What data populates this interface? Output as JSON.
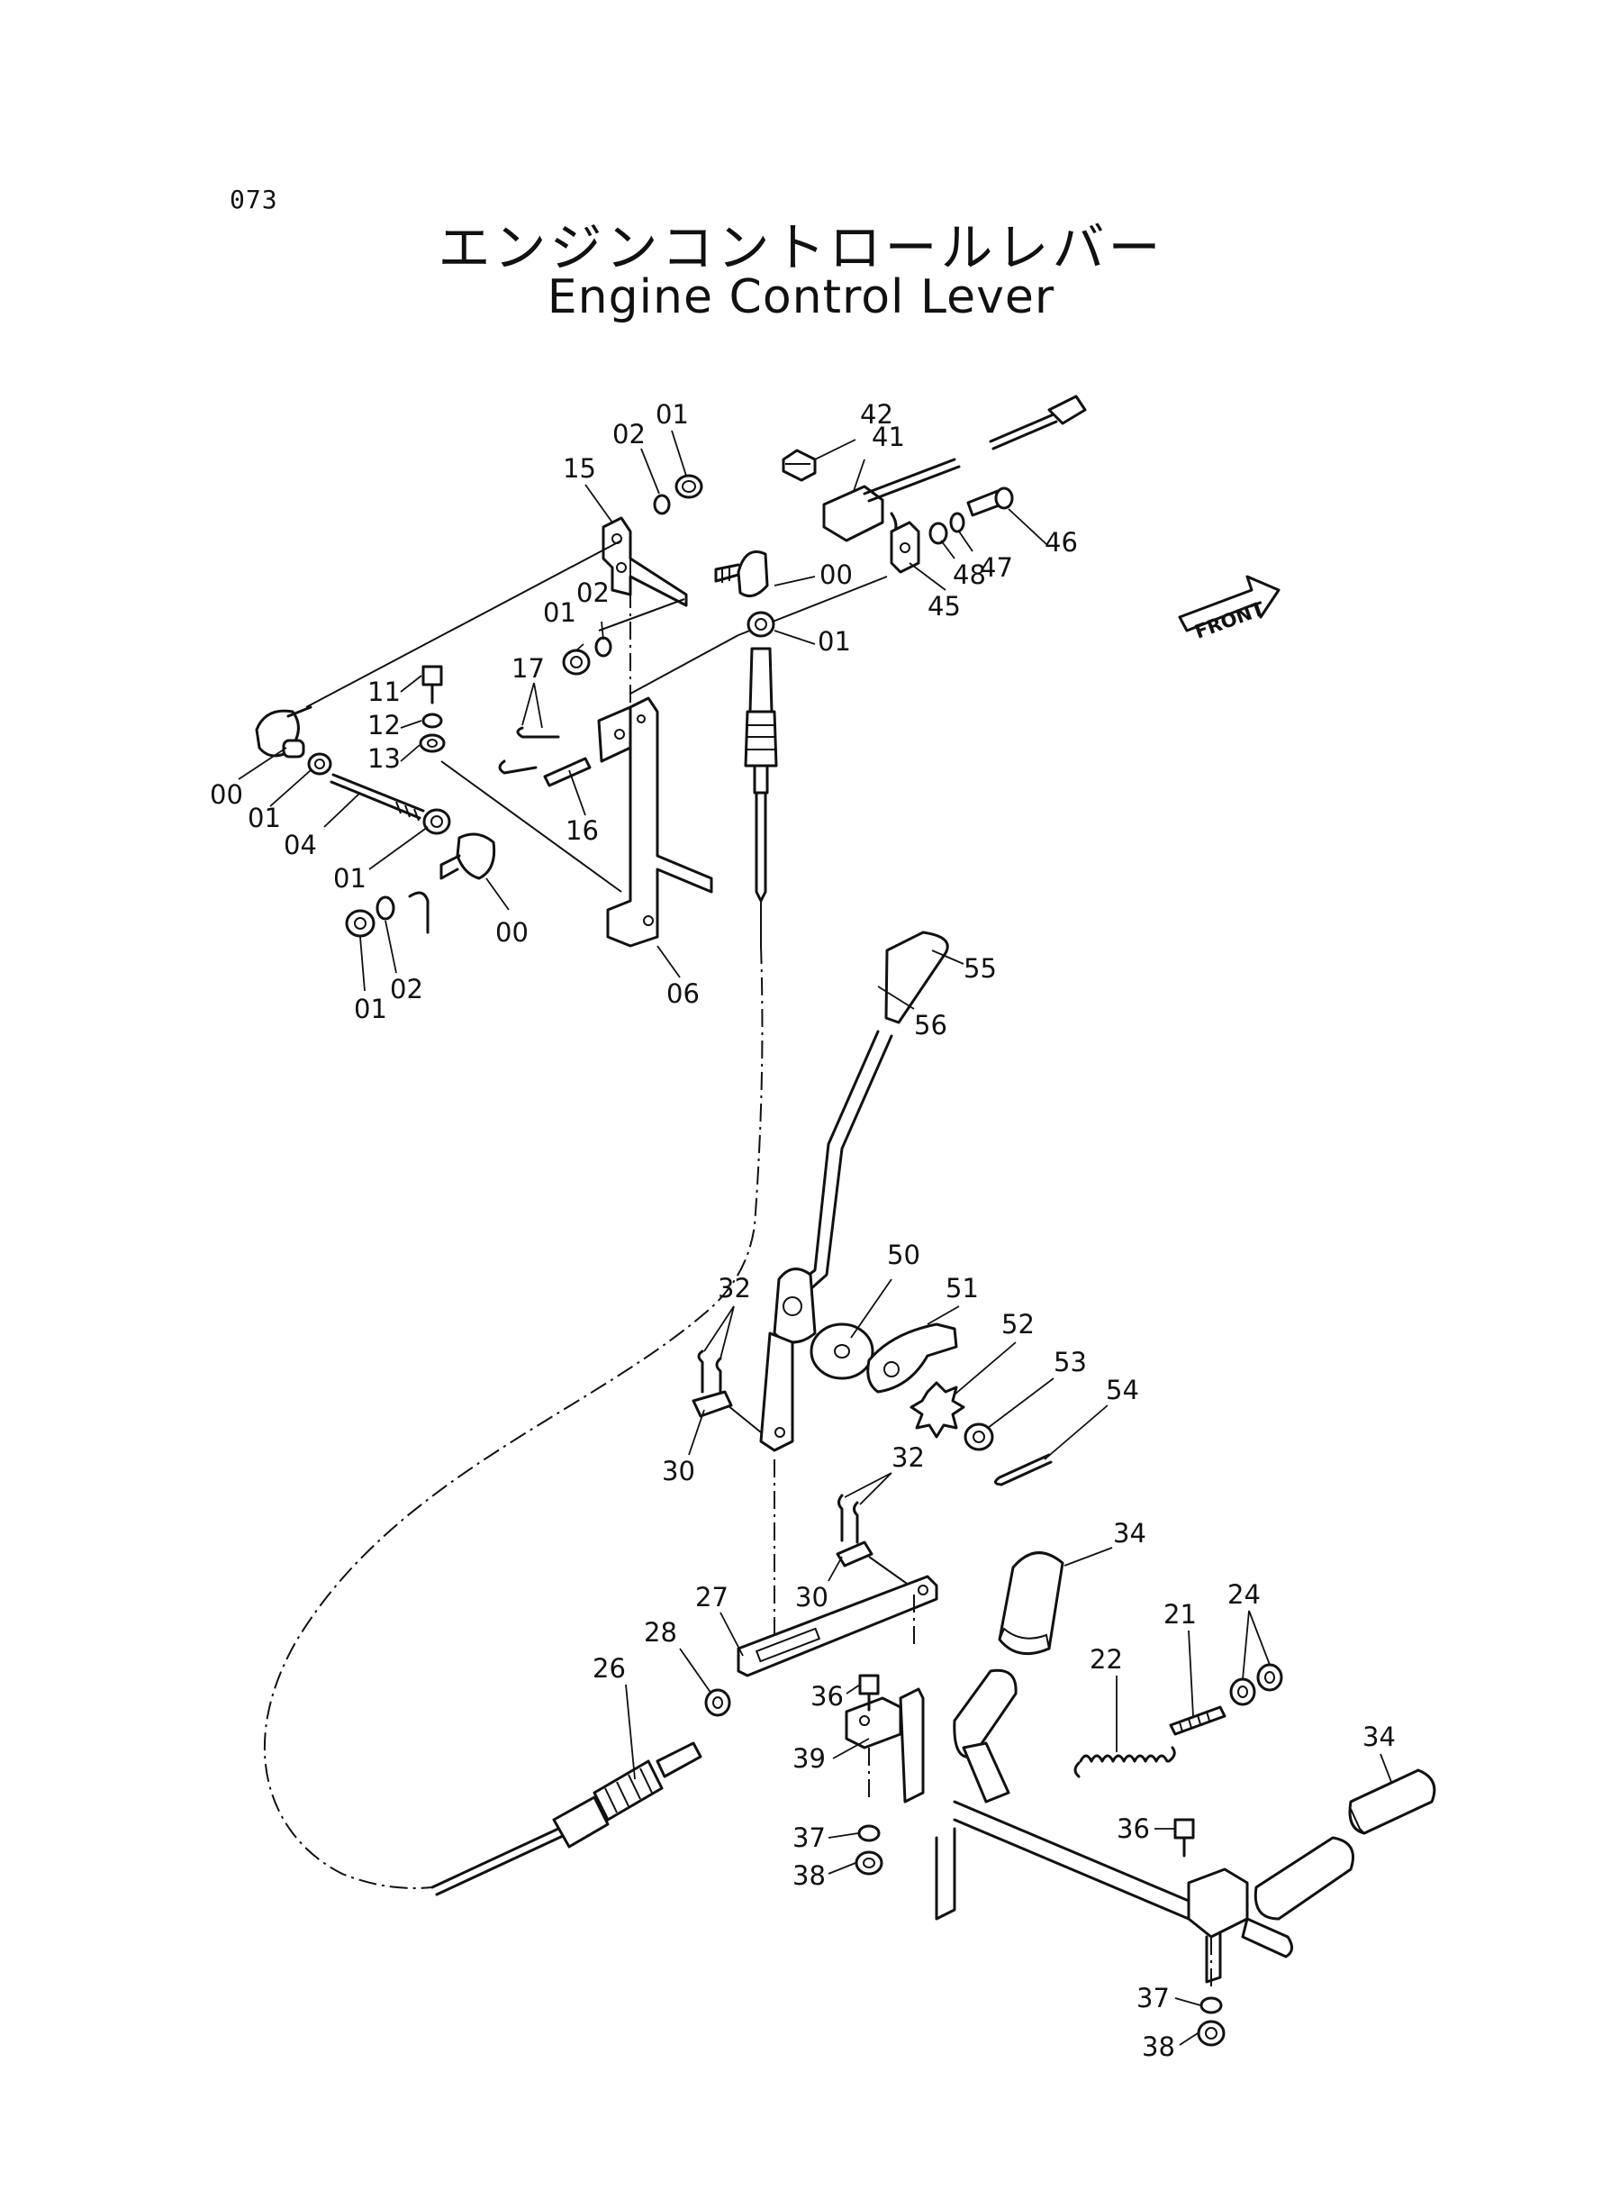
{
  "page_number": "073",
  "title_jp": "エンジンコントロールレバー",
  "title_en": "Engine Control Lever",
  "front_label": "FRONT",
  "part_labels": [
    {
      "text": "01"
    },
    {
      "text": "02"
    },
    {
      "text": "15"
    },
    {
      "text": "42"
    },
    {
      "text": "41"
    },
    {
      "text": "46"
    },
    {
      "text": "47"
    },
    {
      "text": "48"
    },
    {
      "text": "45"
    },
    {
      "text": "00"
    },
    {
      "text": "01"
    },
    {
      "text": "01"
    },
    {
      "text": "02"
    },
    {
      "text": "17"
    },
    {
      "text": "11"
    },
    {
      "text": "12"
    },
    {
      "text": "13"
    },
    {
      "text": "00"
    },
    {
      "text": "01"
    },
    {
      "text": "04"
    },
    {
      "text": "16"
    },
    {
      "text": "01"
    },
    {
      "text": "00"
    },
    {
      "text": "01"
    },
    {
      "text": "02"
    },
    {
      "text": "06"
    },
    {
      "text": "55"
    },
    {
      "text": "56"
    },
    {
      "text": "50"
    },
    {
      "text": "32"
    },
    {
      "text": "51"
    },
    {
      "text": "52"
    },
    {
      "text": "53"
    },
    {
      "text": "54"
    },
    {
      "text": "30"
    },
    {
      "text": "32"
    },
    {
      "text": "34"
    },
    {
      "text": "30"
    },
    {
      "text": "27"
    },
    {
      "text": "28"
    },
    {
      "text": "24"
    },
    {
      "text": "21"
    },
    {
      "text": "26"
    },
    {
      "text": "22"
    },
    {
      "text": "36"
    },
    {
      "text": "39"
    },
    {
      "text": "34"
    },
    {
      "text": "37"
    },
    {
      "text": "36"
    },
    {
      "text": "38"
    },
    {
      "text": "37"
    },
    {
      "text": "38"
    }
  ]
}
